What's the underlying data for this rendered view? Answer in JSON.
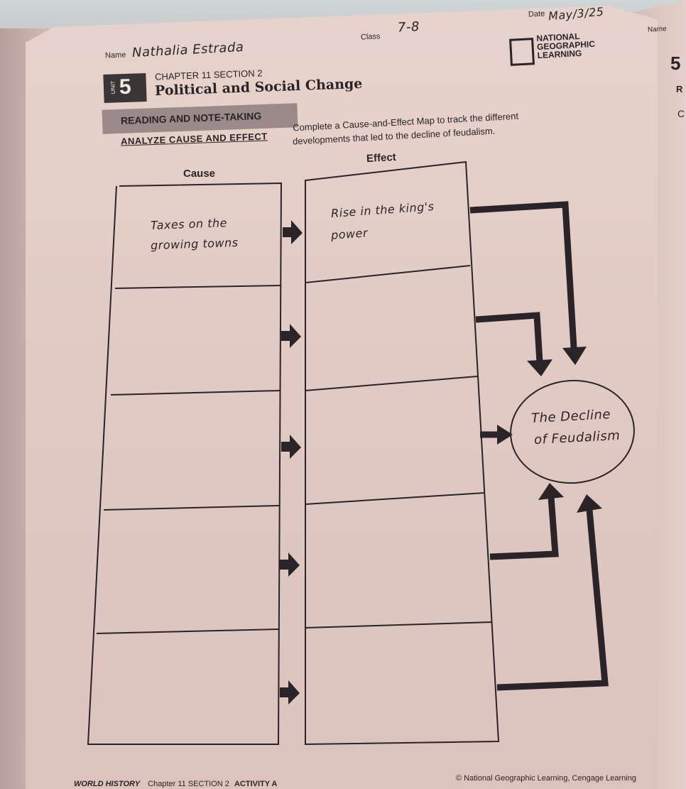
{
  "header": {
    "name_label": "Name",
    "name_value": "Nathalia Estrada",
    "class_label": "Class",
    "class_value": "7-8",
    "date_label": "Date",
    "date_value": "May/3/25",
    "publisher": [
      "NATIONAL",
      "GEOGRAPHIC",
      "LEARNING"
    ]
  },
  "unit": {
    "label": "UNIT",
    "number": "5"
  },
  "chapter": {
    "line": "CHAPTER 11  SECTION 2",
    "title": "Political and Social Change"
  },
  "section_bar": "READING AND NOTE-TAKING",
  "instructions": {
    "heading": "ANALYZE CAUSE AND EFFECT",
    "line1": "Complete a Cause-and-Effect Map to track the different",
    "line2": "developments that led to the decline of feudalism."
  },
  "columns": {
    "cause": "Cause",
    "effect": "Effect"
  },
  "rows": [
    {
      "cause": [
        "Taxes on the",
        "growing towns"
      ],
      "effect": [
        "Rise in the king's",
        "power"
      ]
    },
    {
      "cause": [
        "",
        ""
      ],
      "effect": [
        "",
        ""
      ]
    },
    {
      "cause": [
        "",
        ""
      ],
      "effect": [
        "",
        ""
      ]
    },
    {
      "cause": [
        "",
        ""
      ],
      "effect": [
        "",
        ""
      ]
    },
    {
      "cause": [
        "",
        ""
      ],
      "effect": [
        "",
        ""
      ]
    }
  ],
  "result": [
    "The Decline",
    "of Feudalism"
  ],
  "footer": {
    "left_bold": "WORLD HISTORY",
    "left_detail": "Chapter 11  SECTION 2",
    "left_activity": "ACTIVITY A",
    "right": "© National Geographic Learning, Cengage Learning"
  },
  "right_page": {
    "name_label": "Name",
    "unit_number": "5",
    "letter_r": "R",
    "letter_c": "C"
  },
  "colors": {
    "page": "#e2cbc5",
    "ink": "#2a2428",
    "bar": "#9b8a8a"
  }
}
